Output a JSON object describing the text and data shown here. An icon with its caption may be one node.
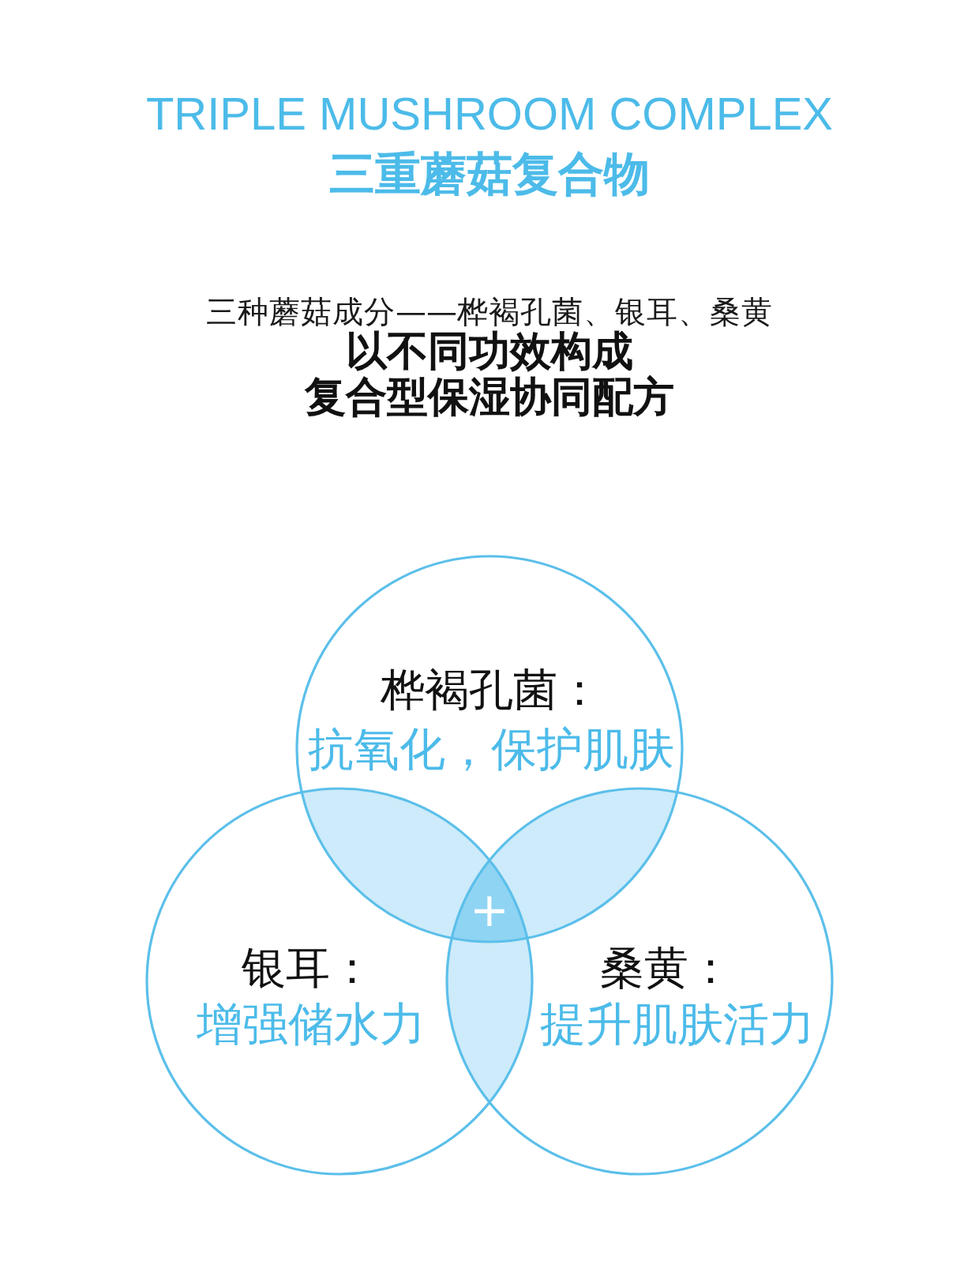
{
  "diagram": {
    "title": "TRIPLE MUSHROOM COMPLEX",
    "nodes": [
      {
        "text": [
          "桦褐孔菌：",
          "抗氧化，保护肌肤"
        ]
      },
      {
        "text": [
          "银耳：",
          "增强储水力"
        ]
      },
      {
        "text": [
          "桑黄：",
          "提升肌肤活力"
        ]
      }
    ],
    "labels": [
      "三重蘑菇复合物",
      "三种蘑菇成分——桦褐孔菌、银耳、桑黄",
      "以不同功效构成",
      "复合型保湿协同配方",
      "+"
    ]
  }
}
